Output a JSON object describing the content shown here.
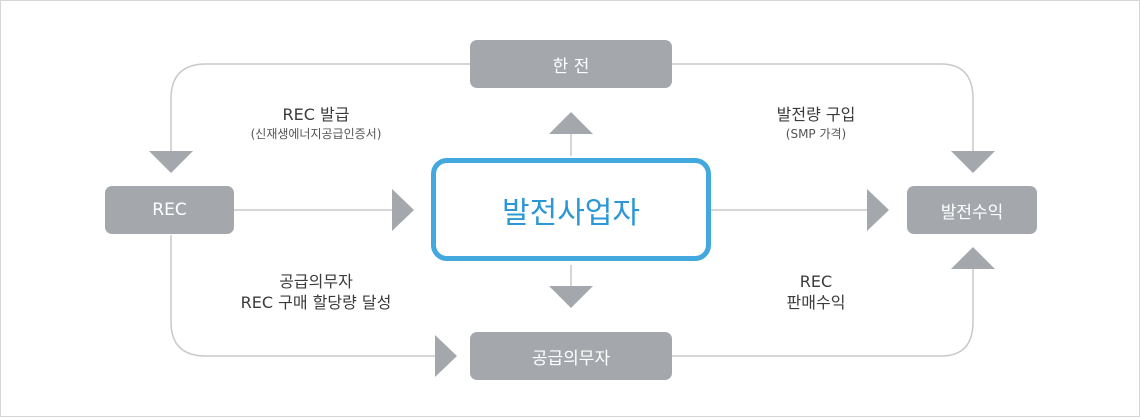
{
  "nodes": {
    "kepco": "한 전",
    "rec": "REC",
    "generator": "발전사업자",
    "revenue": "발전수익",
    "obligor": "공급의무자"
  },
  "edges": {
    "rec_issue": {
      "main": "REC 발급",
      "sub": "(신재생에너지공급인증서)"
    },
    "power_purchase": {
      "main": "발전량 구입",
      "sub": "(SMP 가격)"
    },
    "obligor_purchase": {
      "line1": "공급의무자",
      "line2": "REC 구매 할당량 달성"
    },
    "rec_sales": {
      "line1": "REC",
      "line2": "판매수익"
    }
  },
  "colors": {
    "node_fill": "#a4a8ad",
    "center_border": "#43a8de",
    "center_text": "#2b97d6",
    "connector": "#c9c9c9",
    "arrow": "#a4a8ad"
  }
}
